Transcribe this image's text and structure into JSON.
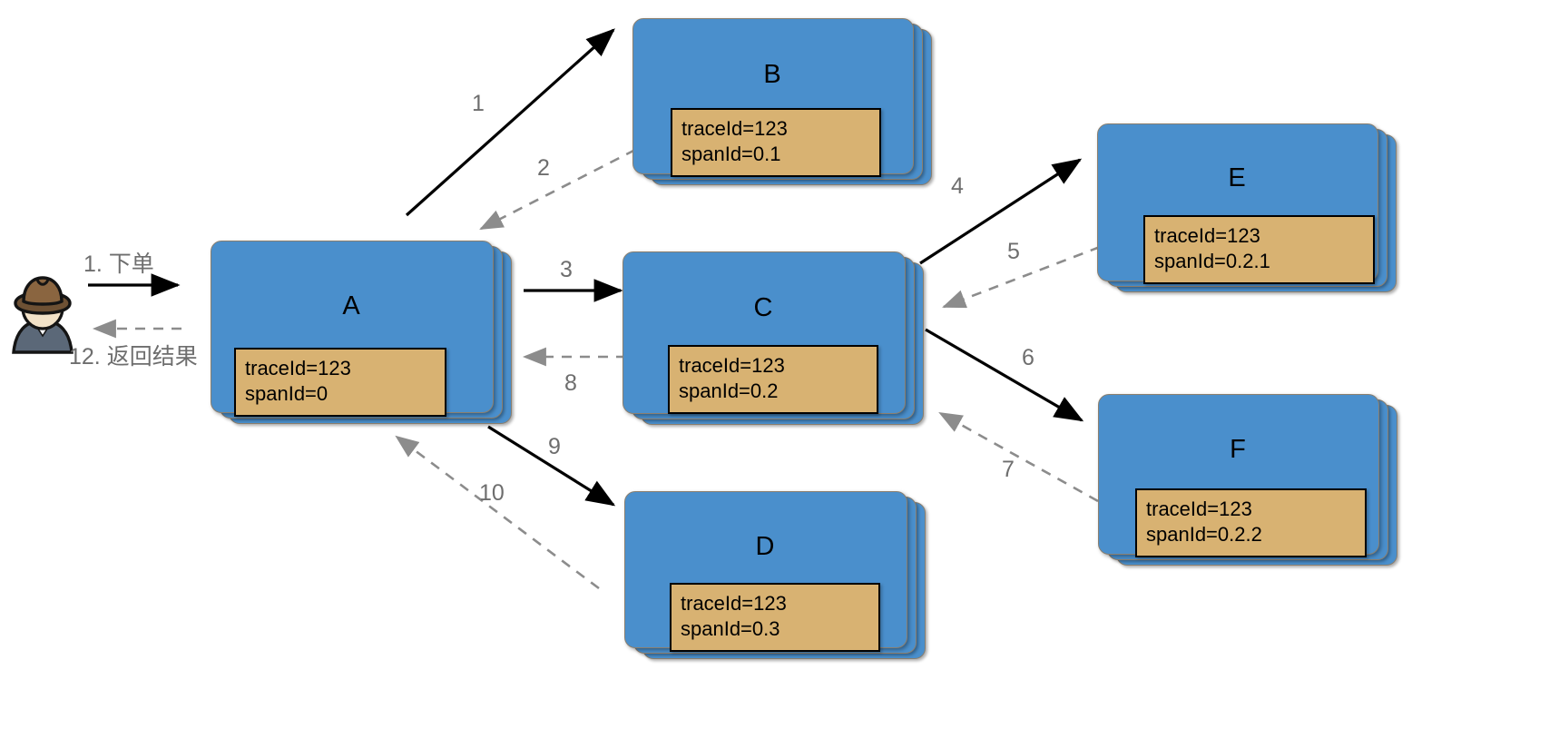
{
  "diagram": {
    "title": "distributed-tracing-call-flow",
    "background": "#ffffff",
    "colors": {
      "node_fill": "#4A8FCC",
      "node_border": "#8a7f6f",
      "tag_fill": "#D8B272",
      "tag_border": "#000000",
      "request_arrow": "#000000",
      "response_arrow": "#8C8C8C",
      "label_text": "#6E6E6E",
      "hat": "#7C5A37",
      "face": "#F2E2C8",
      "body": "#5B6878"
    }
  },
  "actor": {
    "name": "user",
    "icon": "user-avatar-icon",
    "request_label": "1. 下单",
    "response_label": "12. 返回结果"
  },
  "nodes": [
    {
      "id": "A",
      "title": "A",
      "traceId": "traceId=123",
      "spanId": "spanId=0",
      "tag_text": "traceId=123\nspanId=0"
    },
    {
      "id": "B",
      "title": "B",
      "traceId": "traceId=123",
      "spanId": "spanId=0.1",
      "tag_text": "traceId=123\nspanId=0.1"
    },
    {
      "id": "C",
      "title": "C",
      "traceId": "traceId=123",
      "spanId": "spanId=0.2",
      "tag_text": "traceId=123\nspanId=0.2"
    },
    {
      "id": "D",
      "title": "D",
      "traceId": "traceId=123",
      "spanId": "spanId=0.3",
      "tag_text": "traceId=123\nspanId=0.3"
    },
    {
      "id": "E",
      "title": "E",
      "traceId": "traceId=123",
      "spanId": "spanId=0.2.1",
      "tag_text": "traceId=123\nspanId=0.2.1"
    },
    {
      "id": "F",
      "title": "F",
      "traceId": "traceId=123",
      "spanId": "spanId=0.2.2",
      "tag_text": "traceId=123\nspanId=0.2.2"
    }
  ],
  "edges": [
    {
      "label": "1",
      "from": "A",
      "to": "B",
      "kind": "request"
    },
    {
      "label": "2",
      "from": "B",
      "to": "A",
      "kind": "response"
    },
    {
      "label": "3",
      "from": "A",
      "to": "C",
      "kind": "request"
    },
    {
      "label": "4",
      "from": "C",
      "to": "E",
      "kind": "request"
    },
    {
      "label": "5",
      "from": "E",
      "to": "C",
      "kind": "response"
    },
    {
      "label": "6",
      "from": "C",
      "to": "F",
      "kind": "request"
    },
    {
      "label": "7",
      "from": "F",
      "to": "C",
      "kind": "response"
    },
    {
      "label": "8",
      "from": "C",
      "to": "A",
      "kind": "response"
    },
    {
      "label": "9",
      "from": "A",
      "to": "D",
      "kind": "request"
    },
    {
      "label": "10",
      "from": "D",
      "to": "A",
      "kind": "response"
    }
  ]
}
